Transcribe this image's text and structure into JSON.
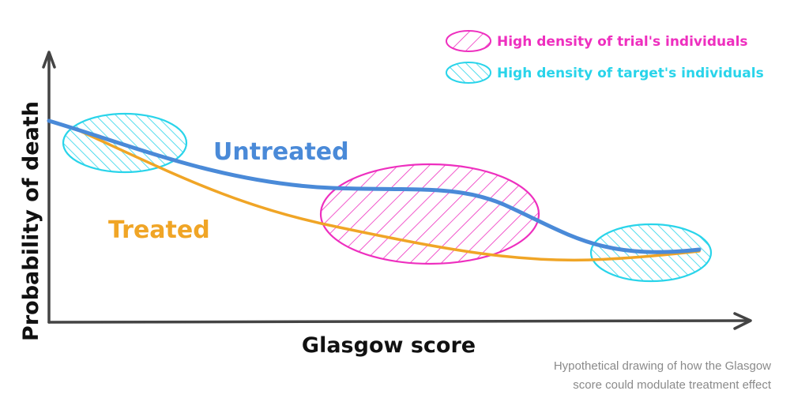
{
  "diagram": {
    "xlabel": "Glasgow score",
    "ylabel": "Probability of death",
    "series": [
      {
        "name": "Untreated",
        "color": "#4a8ad8"
      },
      {
        "name": "Treated",
        "color": "#f0a526"
      }
    ],
    "legend": [
      {
        "label": "High density of trial's individuals",
        "color": "#ee2fbf",
        "pattern": "diagonal-hatch"
      },
      {
        "label": "High density of target's individuals",
        "color": "#29d4ea",
        "pattern": "diagonal-hatch"
      }
    ],
    "caption": {
      "line1": "Hypothetical drawing of how the Glasgow",
      "line2": "score could modulate treatment effect"
    }
  },
  "colors": {
    "axis": "#444444",
    "axis_label": "#111111",
    "caption": "#8a8a8a",
    "trial_density": "#ee2fbf",
    "target_density": "#29d4ea"
  }
}
